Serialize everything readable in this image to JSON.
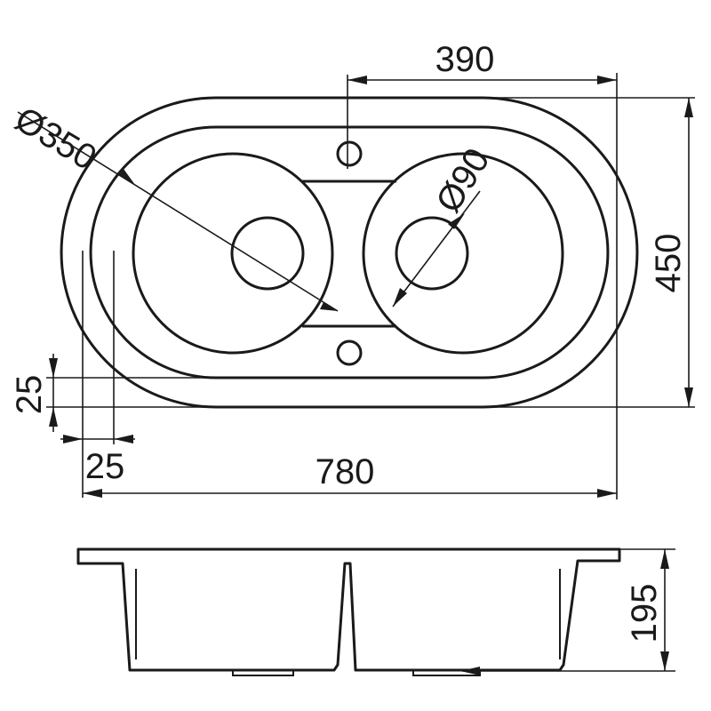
{
  "drawing": {
    "labels": {
      "width_half": "390",
      "bowl_diameter": "Ø350",
      "drain_diameter": "Ø90",
      "height": "450",
      "rim_vertical": "25",
      "rim_horizontal": "25",
      "width": "780",
      "depth": "195"
    },
    "colors": {
      "line": "#1a1a1a",
      "background": "#ffffff"
    }
  }
}
